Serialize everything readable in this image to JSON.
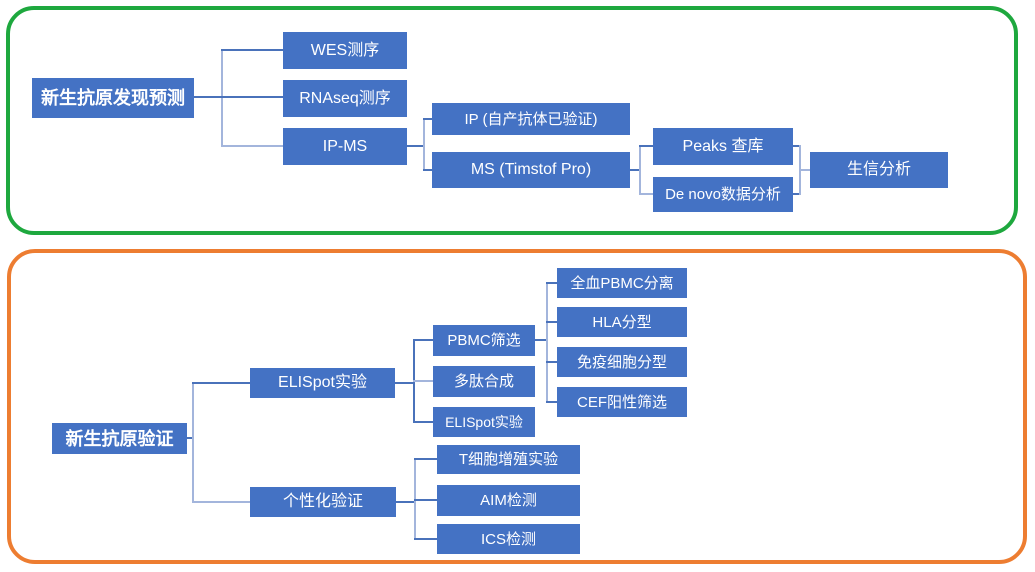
{
  "colors": {
    "node_fill": "#4472C4",
    "node_text": "#ffffff",
    "connector_dark": "#4a72ba",
    "connector_light": "#a3b5dc",
    "panel1_border": "#1ea83e",
    "panel2_border": "#ed7d31",
    "background": "#ffffff"
  },
  "diagram": {
    "discovery": {
      "root": "新生抗原发现预测",
      "wes": "WES测序",
      "rnaseq": "RNAseq测序",
      "ipms": "IP-MS",
      "ip": "IP (自产抗体已验证)",
      "ms": "MS (Timstof Pro)",
      "peaks": "Peaks 查库",
      "denovo": "De novo数据分析",
      "bioinfo": "生信分析"
    },
    "validation": {
      "root": "新生抗原验证",
      "elispot": "ELISpot实验",
      "personalized": "个性化验证",
      "pbmc": "PBMC筛选",
      "peptide": "多肽合成",
      "elispot_assay": "ELISpot实验",
      "wholeblood": "全血PBMC分离",
      "hla": "HLA分型",
      "immunecell": "免疫细胞分型",
      "cef": "CEF阳性筛选",
      "tcell": "T细胞增殖实验",
      "aim": "AIM检测",
      "ics": "ICS检测"
    }
  }
}
